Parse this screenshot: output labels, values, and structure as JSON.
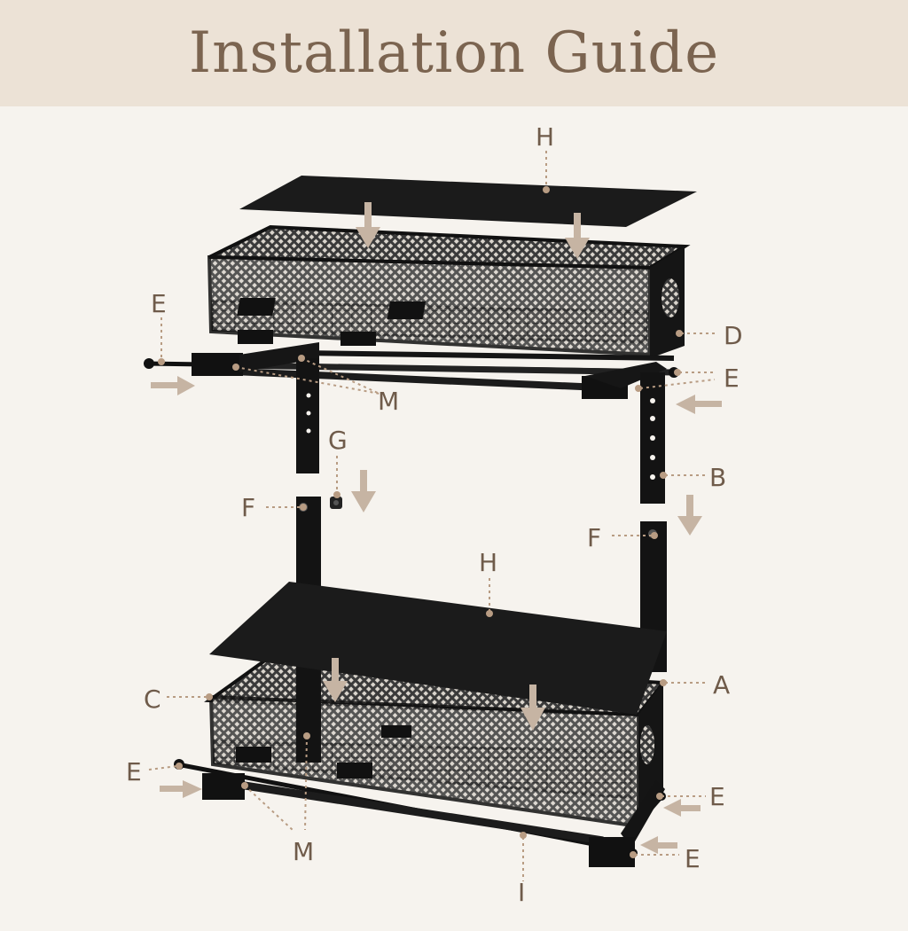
{
  "header": {
    "title": "Installation Guide"
  },
  "labels": {
    "h_top": "H",
    "h_bottom": "H",
    "e_left_top": "E",
    "e_right_top": "E",
    "d": "D",
    "m_top": "M",
    "g": "G",
    "b": "B",
    "f_left": "F",
    "f_right": "F",
    "a": "A",
    "c": "C",
    "e_left_bottom": "E",
    "e_right_bottom_upper": "E",
    "e_right_bottom_lower": "E",
    "m_bottom": "M",
    "i": "I"
  },
  "colors": {
    "banner": "#ece2d6",
    "title": "#7b6450",
    "background": "#f6f3ee",
    "metal": "#1a1a1a",
    "leader": "#b89c83",
    "arrow": "#c6b4a3"
  }
}
